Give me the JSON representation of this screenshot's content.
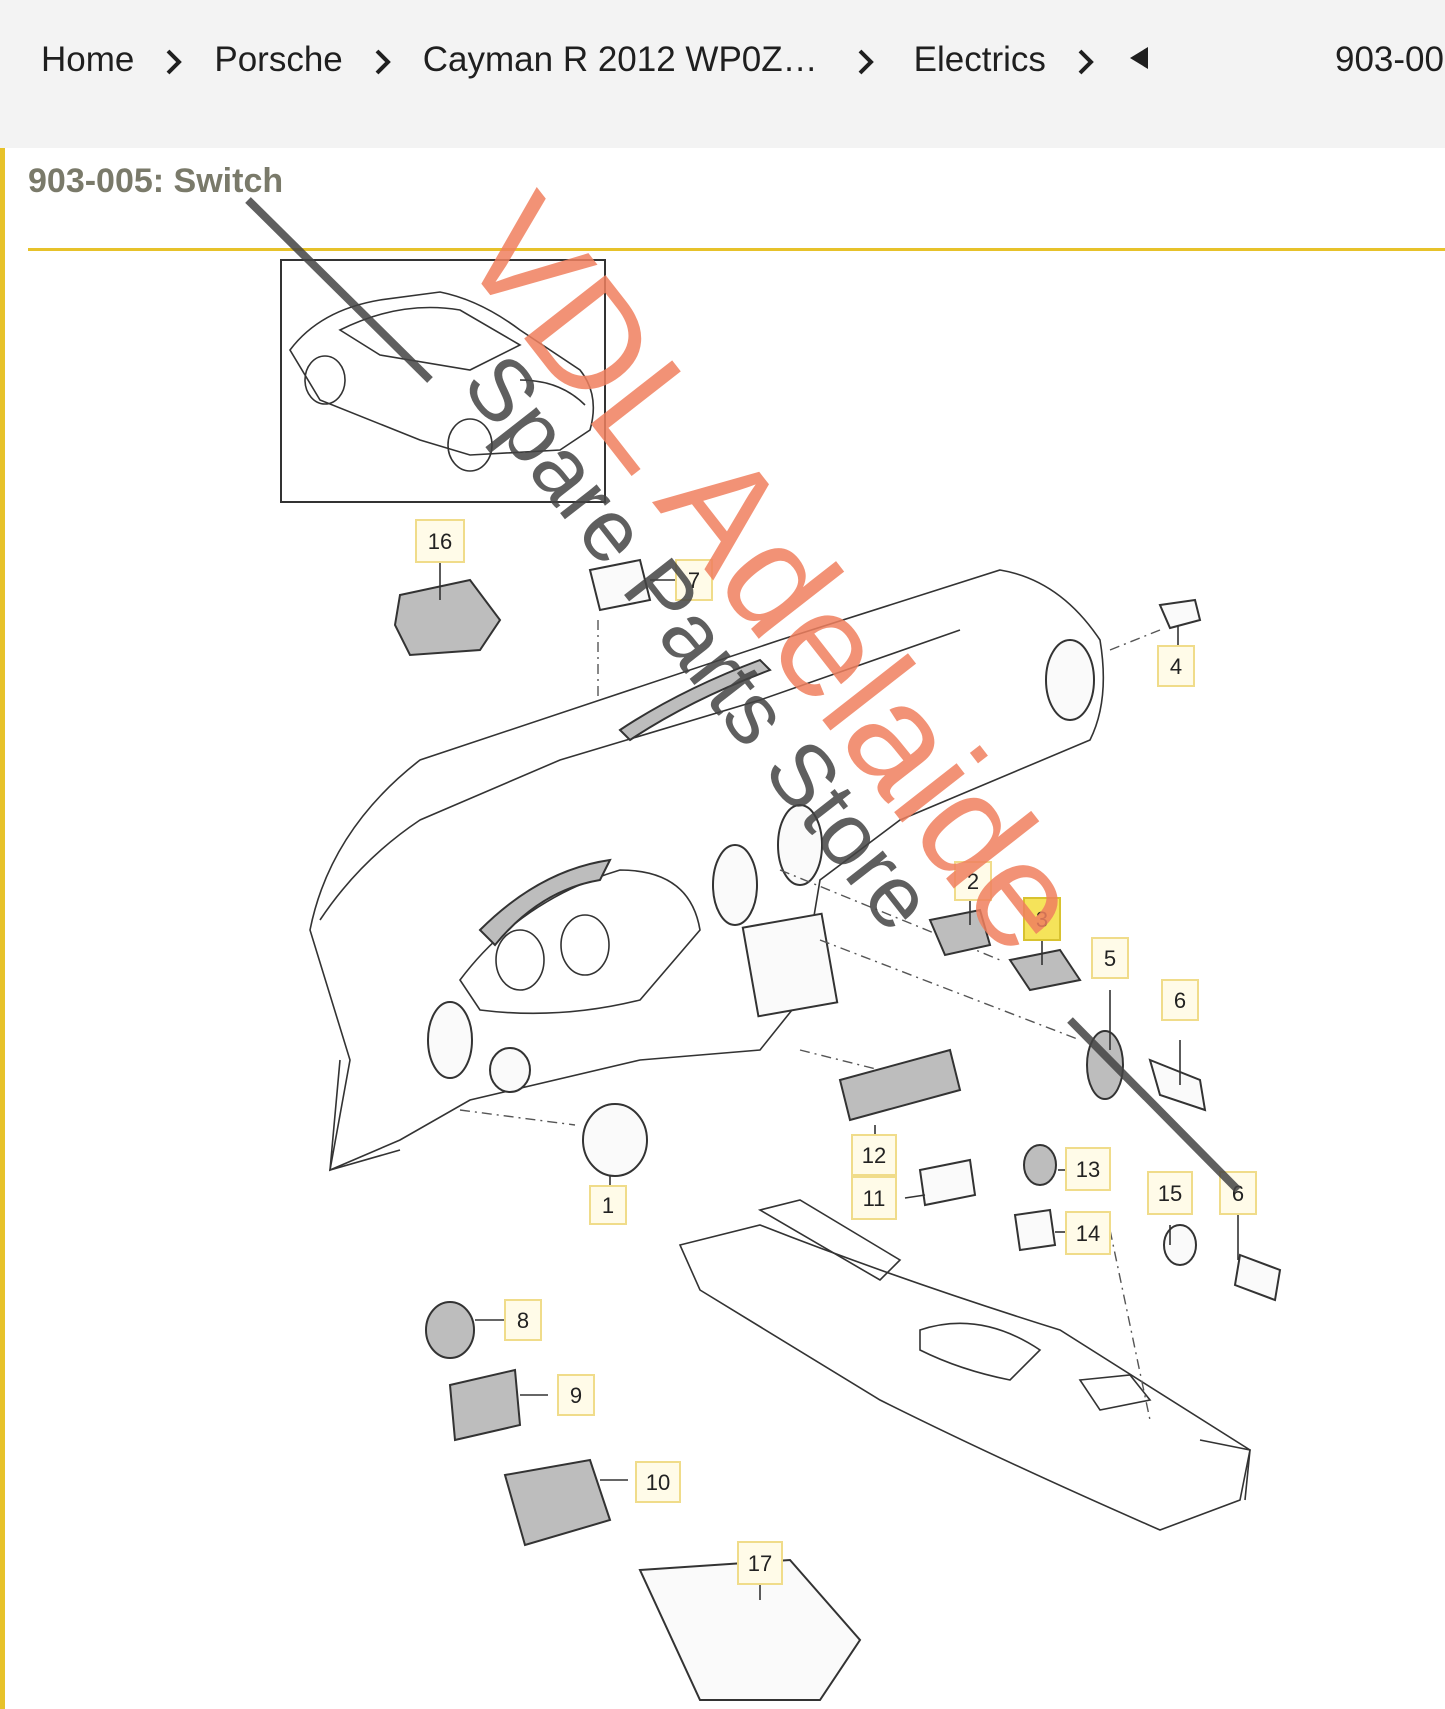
{
  "breadcrumb": {
    "items": [
      "Home",
      "Porsche",
      "Cayman R 2012 WP0Z…",
      "Electrics"
    ],
    "back_icon": "triangle-left-icon",
    "right_text": "903-00"
  },
  "page": {
    "title": "903-005: Switch"
  },
  "diagram": {
    "callouts": [
      "1",
      "2",
      "3",
      "4",
      "5",
      "6",
      "7",
      "8",
      "9",
      "10",
      "11",
      "12",
      "13",
      "14",
      "15",
      "16",
      "17",
      "6"
    ],
    "selected_callout": "3"
  },
  "watermark": {
    "line1": "VDL Adelaide",
    "line2": "Spare Parts Store"
  },
  "colors": {
    "accent": "#e7c22a",
    "selected": "#f5e35a",
    "watermark": "#f0805f"
  }
}
